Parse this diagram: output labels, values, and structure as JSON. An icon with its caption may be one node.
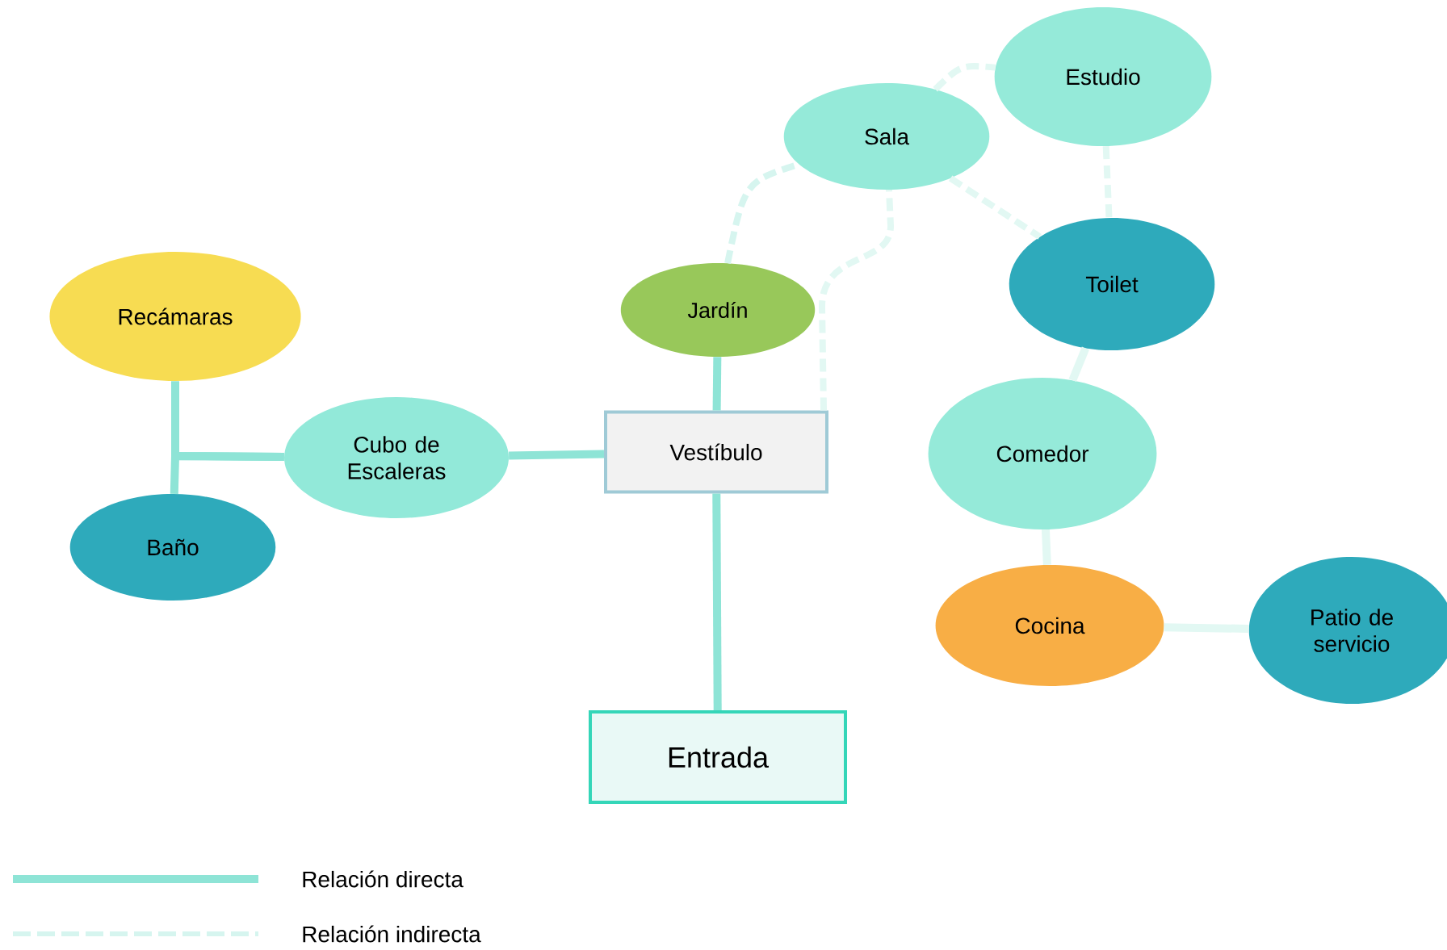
{
  "diagram": {
    "nodes": [
      {
        "text": [
          "Recámaras"
        ]
      },
      {
        "text": [
          "Baño"
        ]
      },
      {
        "text": [
          "Cubo de Escaleras"
        ]
      },
      {
        "text": [
          "Jardín"
        ]
      },
      {
        "text": [
          "Vestíbulo"
        ]
      },
      {
        "text": [
          "Entrada"
        ]
      },
      {
        "text": [
          "Sala"
        ]
      },
      {
        "text": [
          "Estudio"
        ]
      },
      {
        "text": [
          "Toilet"
        ]
      },
      {
        "text": [
          "Comedor"
        ]
      },
      {
        "text": [
          "Cocina"
        ]
      },
      {
        "text": [
          "Patio de servicio"
        ]
      }
    ],
    "edges": [
      {
        "from": 2,
        "to": 0,
        "arrow": "none"
      },
      {
        "from": 2,
        "to": 1,
        "arrow": "none"
      },
      {
        "from": 2,
        "to": 4,
        "arrow": "none"
      },
      {
        "from": 3,
        "to": 4,
        "arrow": "none"
      },
      {
        "from": 4,
        "to": 5,
        "arrow": "none"
      },
      {
        "from": 3,
        "to": 6,
        "arrow": "none",
        "style": "dashed",
        "color": "#d6f5ef"
      },
      {
        "from": 4,
        "to": 6,
        "arrow": "none",
        "style": "dashed",
        "color": "#e2f8f3"
      },
      {
        "from": 6,
        "to": 7,
        "arrow": "none",
        "style": "dashed",
        "color": "#e2f8f3"
      },
      {
        "from": 6,
        "to": 8,
        "arrow": "none",
        "style": "dashed",
        "color": "#e2f8f3"
      },
      {
        "from": 7,
        "to": 8,
        "arrow": "none",
        "style": "dashed",
        "color": "#e2f8f3"
      },
      {
        "from": 8,
        "to": 9,
        "arrow": "none",
        "color": "#e2f8f3"
      },
      {
        "from": 9,
        "to": 10,
        "arrow": "none",
        "color": "#e2f8f3"
      },
      {
        "from": 10,
        "to": 11,
        "arrow": "none",
        "color": "#e2f8f3"
      }
    ],
    "legend": [
      {
        "text": "Relación directa"
      },
      {
        "text": "Relación indirecta"
      }
    ]
  }
}
